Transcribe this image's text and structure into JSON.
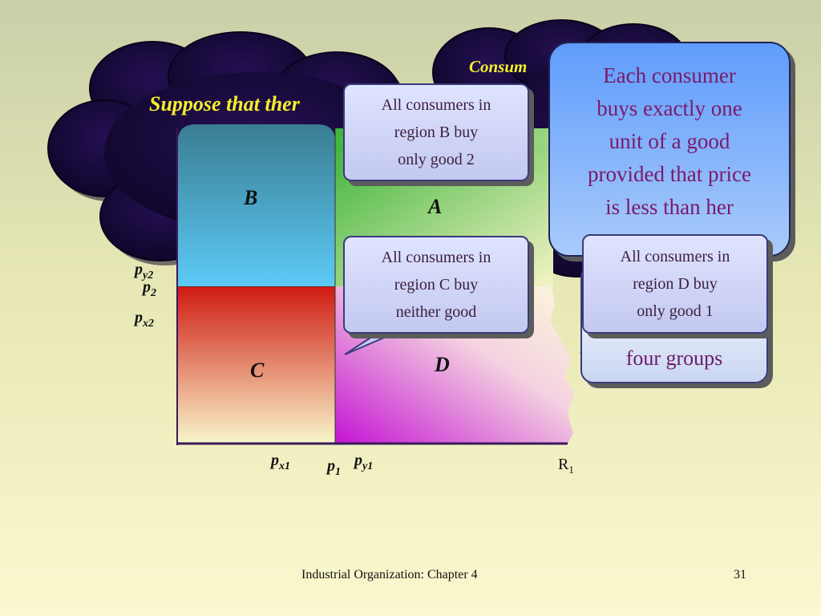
{
  "slide": {
    "footer_text": "Industrial Organization: Chapter 4",
    "page_number": "31"
  },
  "clouds": {
    "left_text_lines": "Suppose that ther\n    ty\n   c\nthe",
    "right_text": "Consum"
  },
  "callouts": {
    "each_consumer": "Each consumer\nbuys exactly one\nunit of a good\nprovided that price\nis less than her",
    "region_b": "All consumers in\nregion B buy\nonly good 2",
    "region_c": "All consumers in\nregion C buy\nneither good",
    "region_d": "All consumers in\nregion D buy\nonly good 1",
    "four_groups": "four groups"
  },
  "diagram": {
    "regions": {
      "a": "A",
      "b": "B",
      "c": "C",
      "d": "D"
    },
    "axis_labels": {
      "py2": {
        "base": "p",
        "sub": "y2"
      },
      "p2": {
        "base": "p",
        "sub": "2"
      },
      "px2": {
        "base": "p",
        "sub": "x2"
      },
      "px1": {
        "base": "p",
        "sub": "x1"
      },
      "p1": {
        "base": "p",
        "sub": "1"
      },
      "py1": {
        "base": "p",
        "sub": "y1"
      },
      "r1": {
        "base": "R",
        "sub": "1"
      }
    }
  },
  "colors": {
    "cloud_fill": "#17083a",
    "cloud_text": "#f4ef2a",
    "region_b_top": "#3a8fa8",
    "region_b_bottom": "#56c4ee",
    "region_c_top": "#cf1b14",
    "region_c_bottom": "#f6f5c8",
    "region_d": "#c418cf",
    "region_a": "#4fbf42",
    "axis": "#3a1a5a"
  }
}
